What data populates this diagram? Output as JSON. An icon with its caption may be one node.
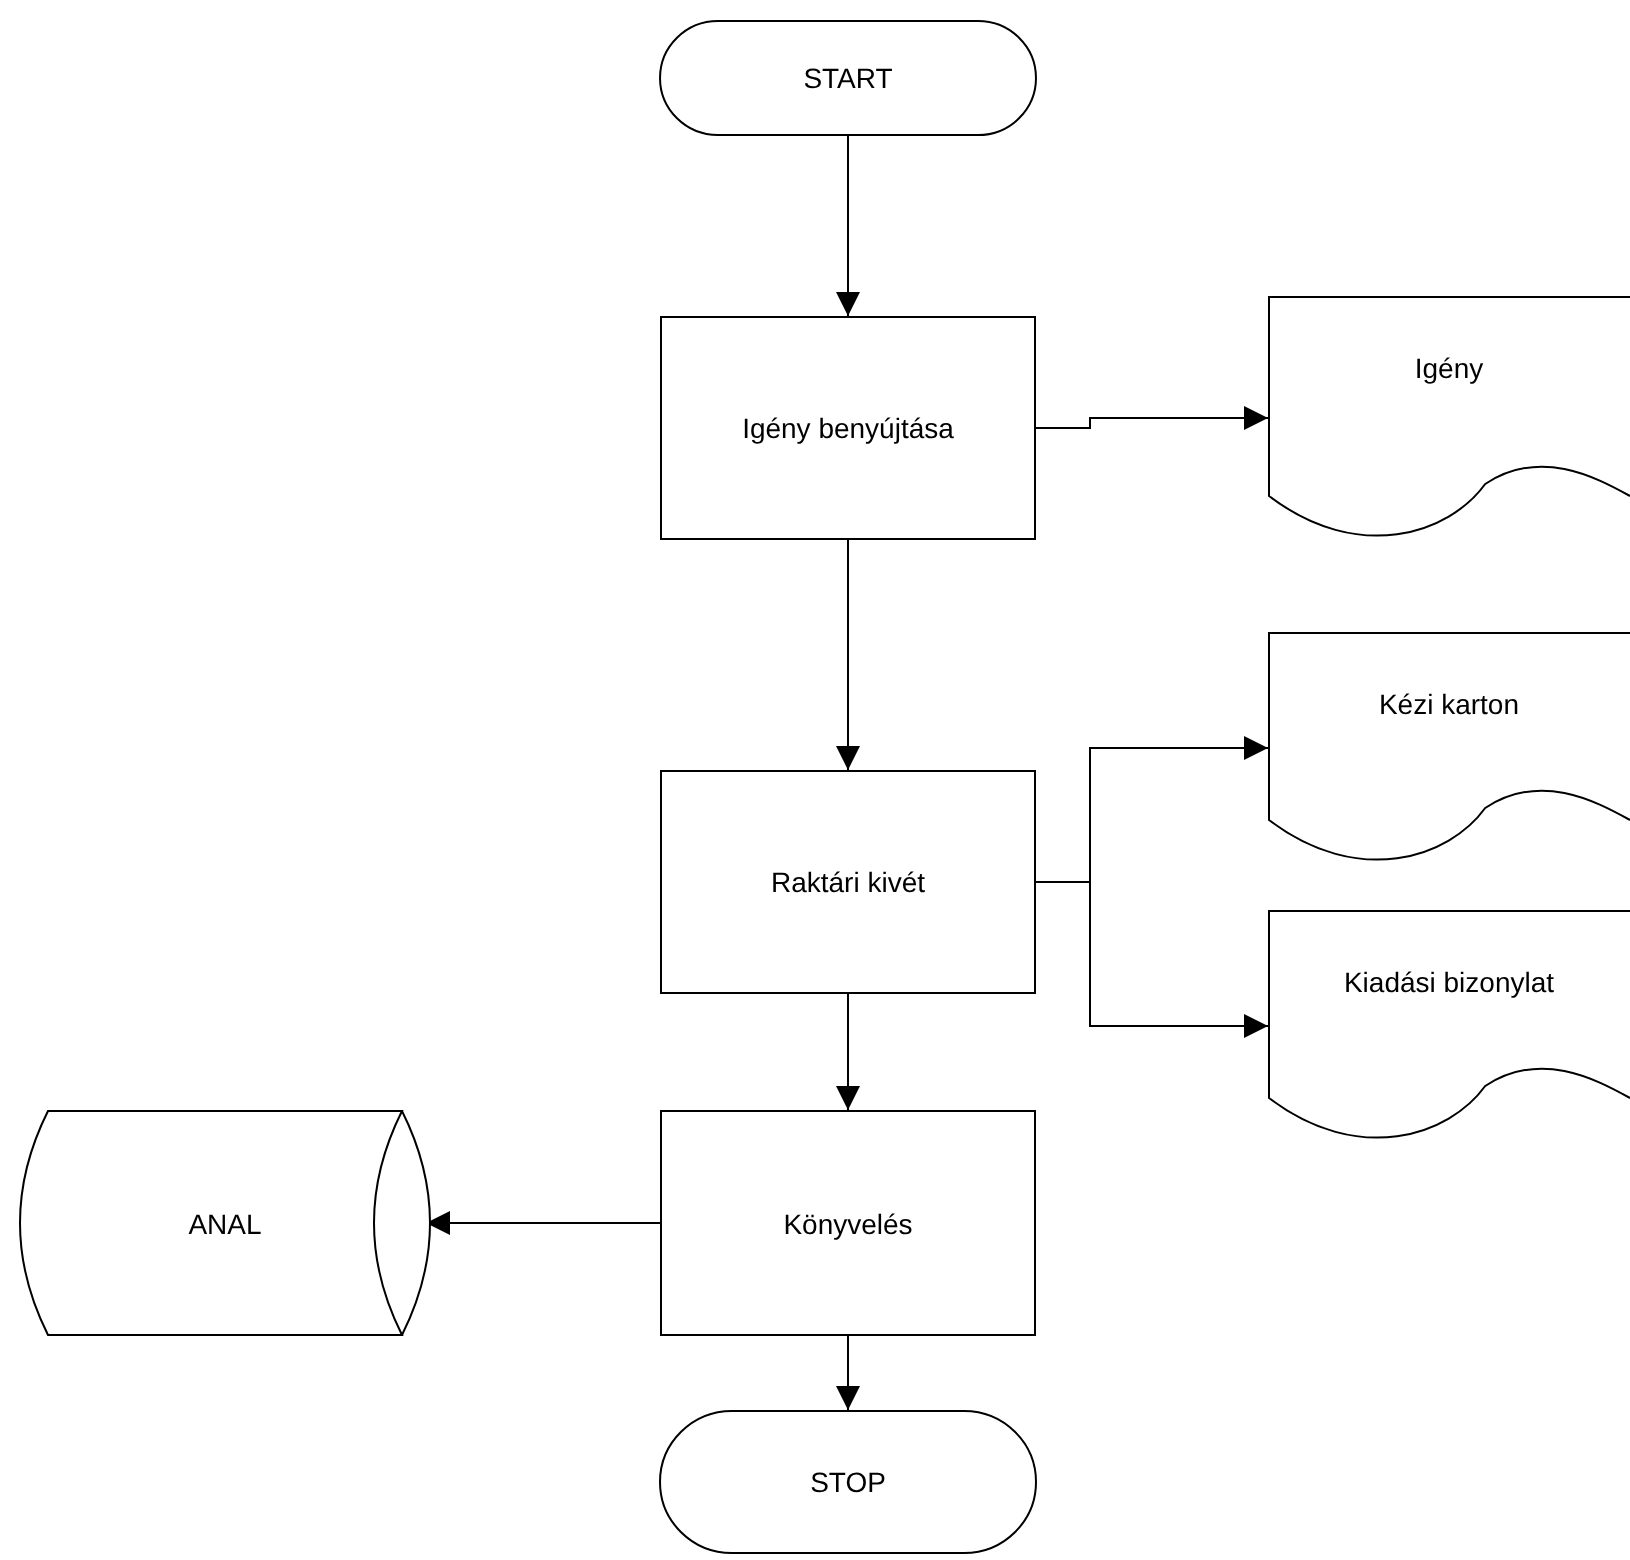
{
  "diagram": {
    "nodes": [
      {
        "text": [
          "START"
        ]
      },
      {
        "text": [
          "Igény benyújtása"
        ]
      },
      {
        "text": [
          "Igény"
        ]
      },
      {
        "text": [
          "Raktári kivét"
        ]
      },
      {
        "text": [
          "Kézi karton"
        ]
      },
      {
        "text": [
          "Kiadási bizonylat"
        ]
      },
      {
        "text": [
          "ANAL"
        ]
      },
      {
        "text": [
          "Könyvelés"
        ]
      },
      {
        "text": [
          "STOP"
        ]
      }
    ],
    "edges": [
      {
        "from": 0,
        "to": 1,
        "arrow": "to"
      },
      {
        "from": 1,
        "to": 2,
        "arrow": "to"
      },
      {
        "from": 1,
        "to": 3,
        "arrow": "to"
      },
      {
        "from": 3,
        "to": 4,
        "arrow": "to"
      },
      {
        "from": 3,
        "to": 5,
        "arrow": "to"
      },
      {
        "from": 3,
        "to": 7,
        "arrow": "to"
      },
      {
        "from": 7,
        "to": 6,
        "arrow": "to"
      },
      {
        "from": 7,
        "to": 8,
        "arrow": "to"
      }
    ]
  }
}
